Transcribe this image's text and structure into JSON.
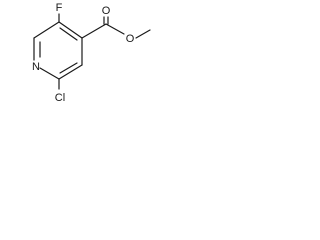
{
  "molecule": {
    "atoms": {
      "fluorine": "F",
      "nitrogen": "N",
      "chlorine": "Cl",
      "carbonyl_oxygen": "O",
      "ester_oxygen": "O"
    }
  }
}
